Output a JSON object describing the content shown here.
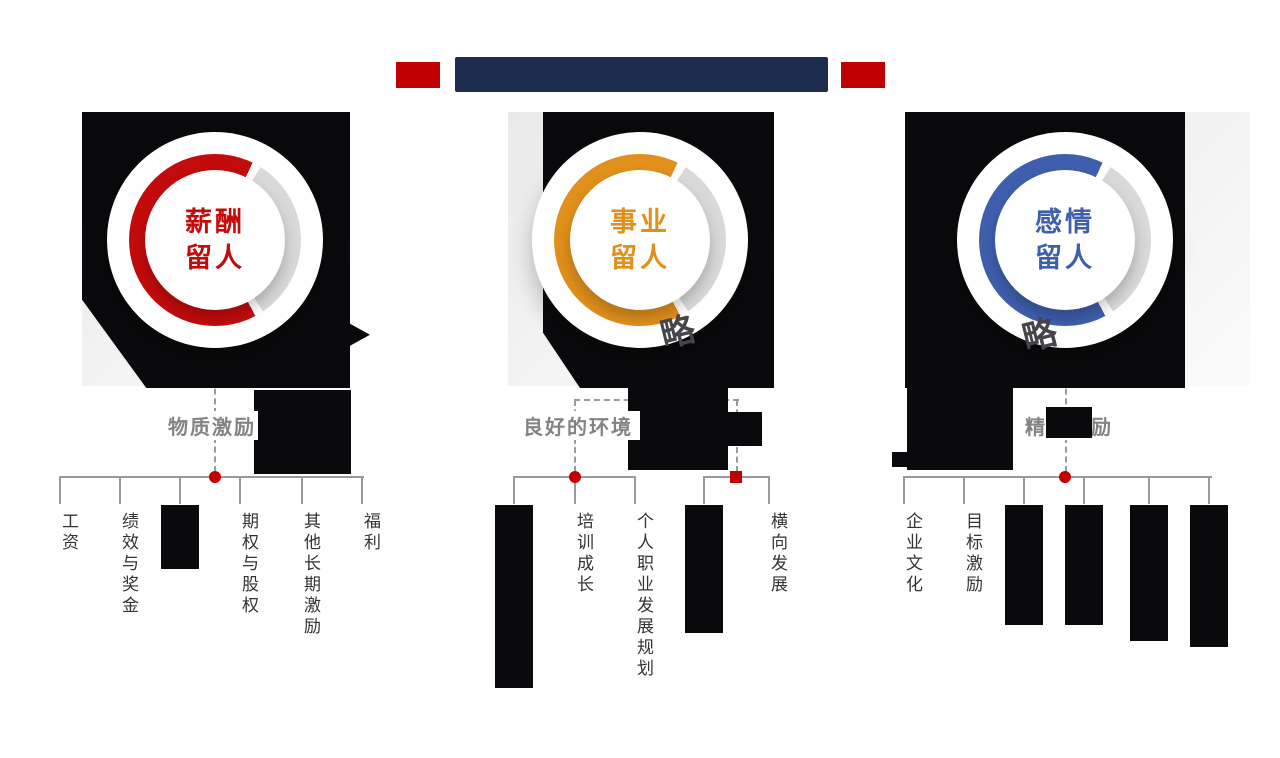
{
  "title": {
    "bar_color": "#1e2c50",
    "accent_color": "#c00000"
  },
  "watermark": "略",
  "circles": [
    {
      "name": "薪酬留人",
      "line1": "薪酬",
      "line2": "留人",
      "color": "#c40b0b"
    },
    {
      "name": "事业留人",
      "line1": "事业",
      "line2": "留人",
      "color": "#e2901c"
    },
    {
      "name": "感情留人",
      "line1": "感情",
      "line2": "留人",
      "color": "#3f5fae"
    }
  ],
  "groups": [
    {
      "label": "物质激励",
      "items": [
        {
          "text": "工资",
          "covered": false
        },
        {
          "text": "绩效与奖金",
          "covered": false
        },
        {
          "text": "",
          "covered": true
        },
        {
          "text": "期权与股权",
          "covered": false
        },
        {
          "text": "其他长期激励",
          "covered": false
        },
        {
          "text": "福利",
          "covered": false
        }
      ]
    },
    {
      "label_left": "良好的环境",
      "label_right": "",
      "items_left": [
        {
          "text": "",
          "covered": true
        },
        {
          "text": "培训成长",
          "covered": false
        },
        {
          "text": "个人职业发展规划",
          "covered": false
        }
      ],
      "items_right": [
        {
          "text": "",
          "covered": true
        },
        {
          "text": "横向发展",
          "covered": false
        }
      ]
    },
    {
      "label": "精神激励",
      "items": [
        {
          "text": "企业文化",
          "covered": false
        },
        {
          "text": "目标激励",
          "covered": false
        },
        {
          "text": "",
          "covered": true
        },
        {
          "text": "",
          "covered": true
        },
        {
          "text": "",
          "covered": true
        },
        {
          "text": "",
          "covered": true
        }
      ]
    }
  ],
  "colors": {
    "line_gray": "#9a9a9a",
    "label_gray": "#838383",
    "item_text": "#333333",
    "blob_black": "#0a0a0c",
    "marker_red": "#c00000"
  }
}
